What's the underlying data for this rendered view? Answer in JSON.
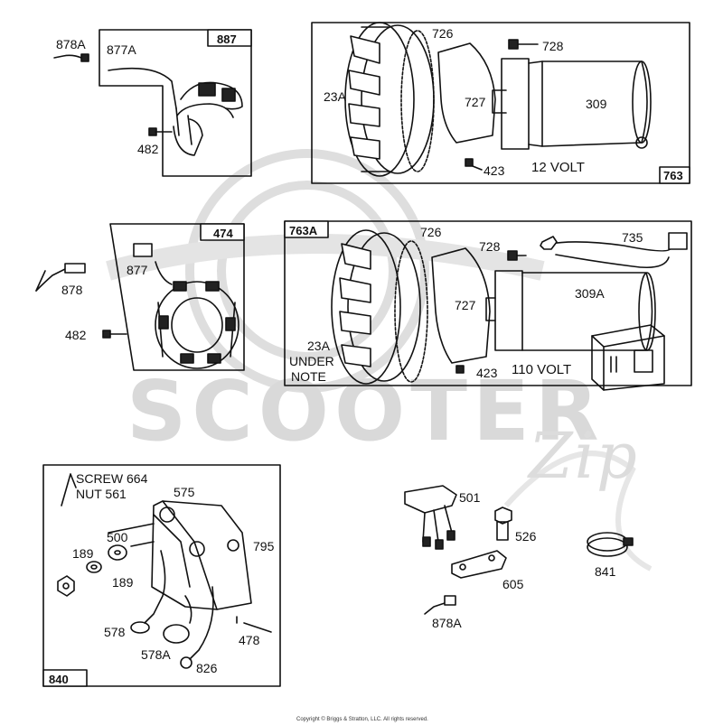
{
  "watermark": {
    "brand": "SCOOTER",
    "script": "Zip"
  },
  "copyright": "Copyright © Briggs & Stratton, LLC. All rights reserved.",
  "groups": {
    "g887": {
      "box": "887",
      "labels": {
        "p878A": "878A",
        "p877A": "877A",
        "p482": "482"
      }
    },
    "g763": {
      "box": "763",
      "labels": {
        "p726": "726",
        "p728": "728",
        "p23A": "23A",
        "p727": "727",
        "p309": "309",
        "p423": "423",
        "volt": "12 VOLT"
      }
    },
    "g474": {
      "box": "474",
      "labels": {
        "p877": "877",
        "p878": "878",
        "p482": "482"
      }
    },
    "g763A": {
      "box": "763A",
      "labels": {
        "p726": "726",
        "p728": "728",
        "p735": "735",
        "p727": "727",
        "p309A": "309A",
        "p23A": "23A",
        "under": "UNDER",
        "note": "NOTE",
        "p423": "423",
        "volt": "110 VOLT"
      }
    },
    "g840": {
      "box": "840",
      "labels": {
        "screw": "SCREW 664",
        "nut": "NUT 561",
        "p575": "575",
        "p500": "500",
        "p189a": "189",
        "p189b": "189",
        "p795": "795",
        "p578": "578",
        "p578A": "578A",
        "p826": "826",
        "p478": "478"
      }
    },
    "loose": {
      "labels": {
        "p501": "501",
        "p526": "526",
        "p605": "605",
        "p841": "841",
        "p878A": "878A"
      }
    }
  }
}
